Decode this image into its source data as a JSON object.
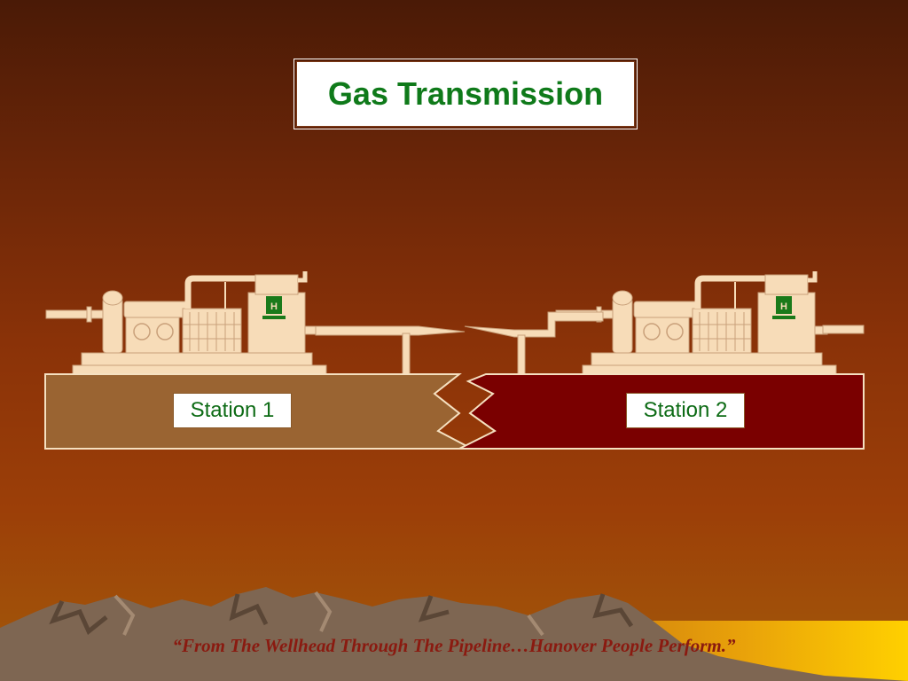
{
  "slide": {
    "title": "Gas Transmission",
    "stations": [
      {
        "label": "Station 1"
      },
      {
        "label": "Station 2"
      }
    ],
    "slogan": "“From The Wellhead Through The Pipeline…Hanover People Perform.”"
  },
  "colors": {
    "title_text": "#0f7a1a",
    "station1_fill": "#9a6432",
    "station2_fill": "#7a0000",
    "equipment": "#f7dcb8",
    "slogan": "#8a1a10"
  },
  "icons": [
    "compressor-unit-icon",
    "pipeline-icon",
    "mountain-range-icon",
    "hanover-logo-icon"
  ]
}
